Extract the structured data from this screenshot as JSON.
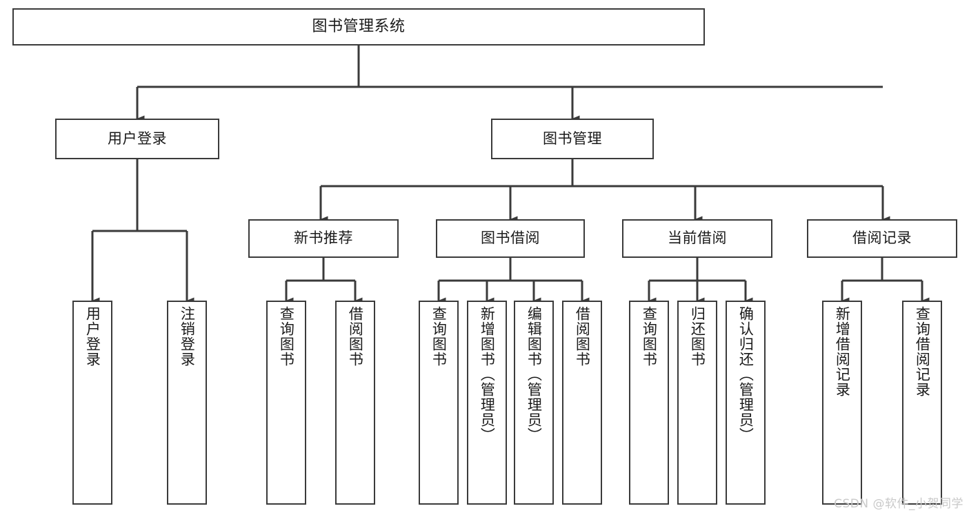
{
  "diagram": {
    "title": "图书管理系统",
    "root": {
      "label": "图书管理系统"
    },
    "level2": [
      {
        "label": "用户登录"
      },
      {
        "label": "图书管理"
      }
    ],
    "level3": [
      {
        "label": "新书推荐"
      },
      {
        "label": "图书借阅"
      },
      {
        "label": "当前借阅"
      },
      {
        "label": "借阅记录"
      }
    ],
    "leaves": {
      "user_login": [
        {
          "label": "用户登录"
        },
        {
          "label": "注销登录"
        }
      ],
      "new_book_recommend": [
        {
          "label": "查询图书"
        },
        {
          "label": "借阅图书"
        }
      ],
      "book_borrow": [
        {
          "label": "查询图书"
        },
        {
          "label": "新增图书（管理员）"
        },
        {
          "label": "编辑图书（管理员）"
        },
        {
          "label": "借阅图书"
        }
      ],
      "current_borrow": [
        {
          "label": "查询图书"
        },
        {
          "label": "归还图书"
        },
        {
          "label": "确认归还（管理员）"
        }
      ],
      "borrow_record": [
        {
          "label": "新增借阅记录"
        },
        {
          "label": "查询借阅记录"
        }
      ]
    }
  },
  "watermark": {
    "text": "CSDN @软件_小贺同学"
  },
  "colors": {
    "stroke": "#3a3a3a",
    "background": "#ffffff",
    "text": "#1a1a1a",
    "watermark": "#c9c9c9"
  }
}
